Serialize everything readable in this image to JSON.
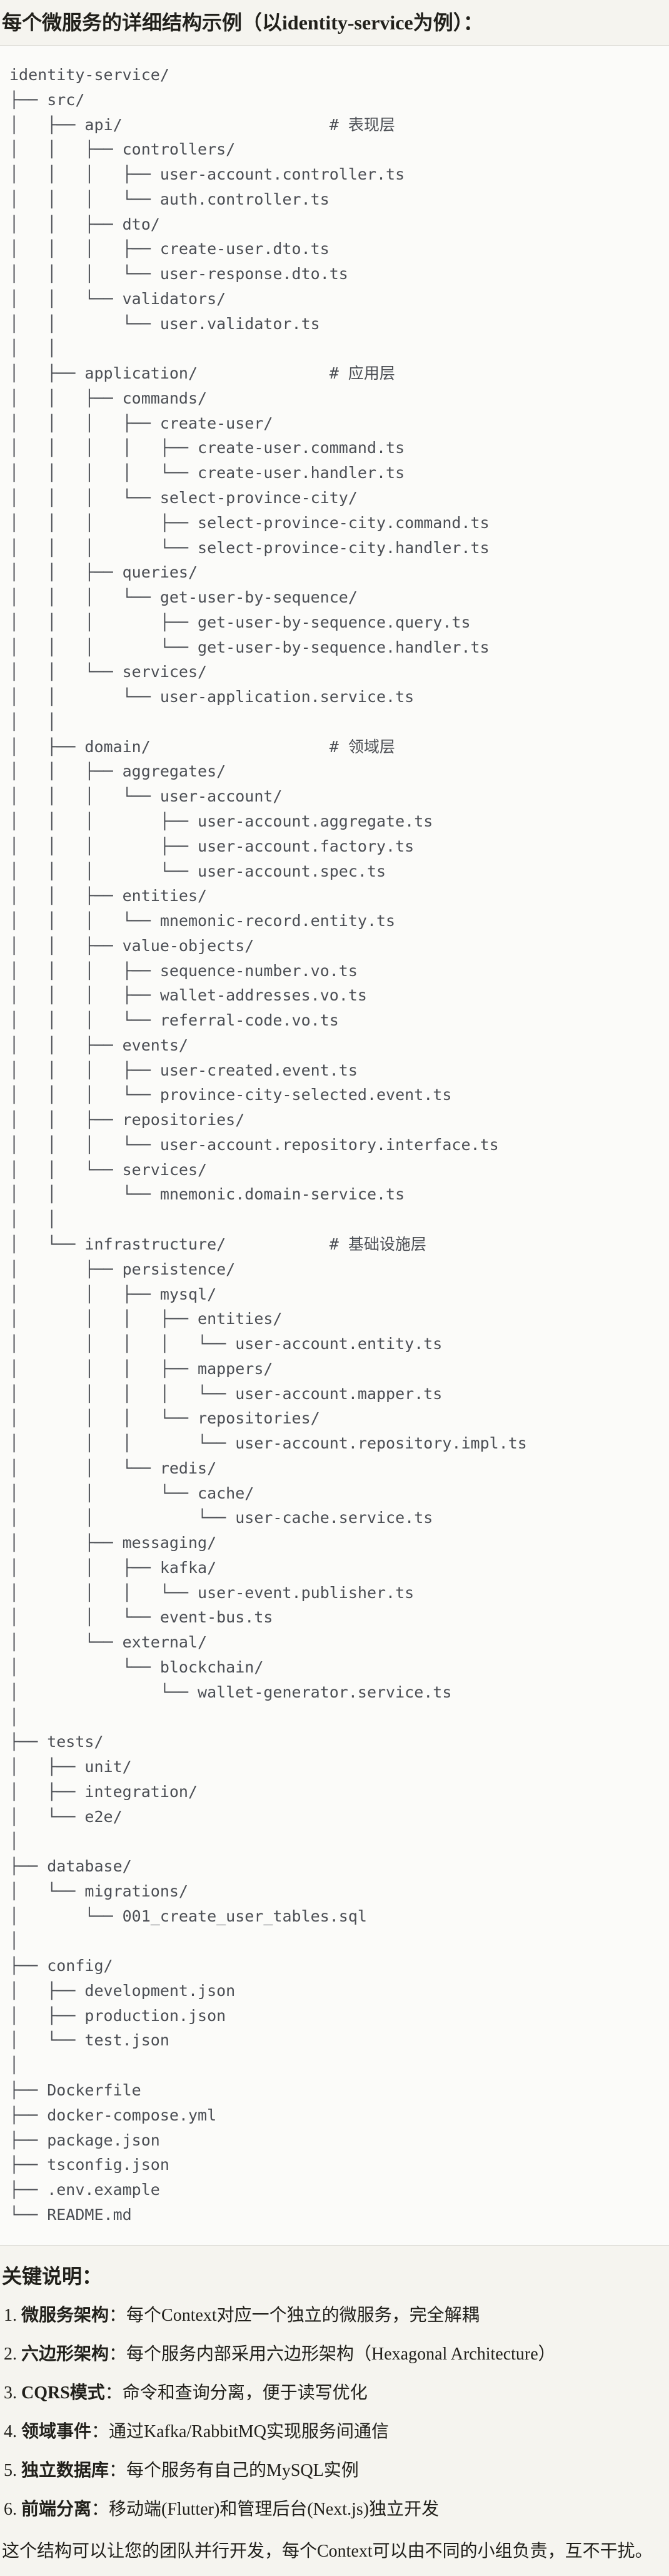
{
  "colors": {
    "page_bg": "#f5f4ef",
    "block_bg": "#fbfbf9",
    "block_border": "#dcdbd5",
    "tree_text": "#4b4e54",
    "body_text": "#21201b"
  },
  "header": {
    "title": "每个微服务的详细结构示例（以identity-service为例）："
  },
  "tree": {
    "lines": [
      "identity-service/",
      "├── src/",
      "│   ├── api/                      # 表现层",
      "│   │   ├── controllers/",
      "│   │   │   ├── user-account.controller.ts",
      "│   │   │   └── auth.controller.ts",
      "│   │   ├── dto/",
      "│   │   │   ├── create-user.dto.ts",
      "│   │   │   └── user-response.dto.ts",
      "│   │   └── validators/",
      "│   │       └── user.validator.ts",
      "│   │",
      "│   ├── application/              # 应用层",
      "│   │   ├── commands/",
      "│   │   │   ├── create-user/",
      "│   │   │   │   ├── create-user.command.ts",
      "│   │   │   │   └── create-user.handler.ts",
      "│   │   │   └── select-province-city/",
      "│   │   │       ├── select-province-city.command.ts",
      "│   │   │       └── select-province-city.handler.ts",
      "│   │   ├── queries/",
      "│   │   │   └── get-user-by-sequence/",
      "│   │   │       ├── get-user-by-sequence.query.ts",
      "│   │   │       └── get-user-by-sequence.handler.ts",
      "│   │   └── services/",
      "│   │       └── user-application.service.ts",
      "│   │",
      "│   ├── domain/                   # 领域层",
      "│   │   ├── aggregates/",
      "│   │   │   └── user-account/",
      "│   │   │       ├── user-account.aggregate.ts",
      "│   │   │       ├── user-account.factory.ts",
      "│   │   │       └── user-account.spec.ts",
      "│   │   ├── entities/",
      "│   │   │   └── mnemonic-record.entity.ts",
      "│   │   ├── value-objects/",
      "│   │   │   ├── sequence-number.vo.ts",
      "│   │   │   ├── wallet-addresses.vo.ts",
      "│   │   │   └── referral-code.vo.ts",
      "│   │   ├── events/",
      "│   │   │   ├── user-created.event.ts",
      "│   │   │   └── province-city-selected.event.ts",
      "│   │   ├── repositories/",
      "│   │   │   └── user-account.repository.interface.ts",
      "│   │   └── services/",
      "│   │       └── mnemonic.domain-service.ts",
      "│   │",
      "│   └── infrastructure/           # 基础设施层",
      "│       ├── persistence/",
      "│       │   ├── mysql/",
      "│       │   │   ├── entities/",
      "│       │   │   │   └── user-account.entity.ts",
      "│       │   │   ├── mappers/",
      "│       │   │   │   └── user-account.mapper.ts",
      "│       │   │   └── repositories/",
      "│       │   │       └── user-account.repository.impl.ts",
      "│       │   └── redis/",
      "│       │       └── cache/",
      "│       │           └── user-cache.service.ts",
      "│       ├── messaging/",
      "│       │   ├── kafka/",
      "│       │   │   └── user-event.publisher.ts",
      "│       │   └── event-bus.ts",
      "│       └── external/",
      "│           └── blockchain/",
      "│               └── wallet-generator.service.ts",
      "│",
      "├── tests/",
      "│   ├── unit/",
      "│   ├── integration/",
      "│   └── e2e/",
      "│",
      "├── database/",
      "│   └── migrations/",
      "│       └── 001_create_user_tables.sql",
      "│",
      "├── config/",
      "│   ├── development.json",
      "│   ├── production.json",
      "│   └── test.json",
      "│",
      "├── Dockerfile",
      "├── docker-compose.yml",
      "├── package.json",
      "├── tsconfig.json",
      "├── .env.example",
      "└── README.md"
    ]
  },
  "notes": {
    "heading": "关键说明：",
    "items": [
      {
        "num": "1. ",
        "term": "微服务架构",
        "desc": "：每个Context对应一个独立的微服务，完全解耦"
      },
      {
        "num": "2. ",
        "term": "六边形架构",
        "desc": "：每个服务内部采用六边形架构（Hexagonal Architecture）"
      },
      {
        "num": "3. ",
        "term": "CQRS模式",
        "desc": "：命令和查询分离，便于读写优化"
      },
      {
        "num": "4. ",
        "term": "领域事件",
        "desc": "：通过Kafka/RabbitMQ实现服务间通信"
      },
      {
        "num": "5. ",
        "term": "独立数据库",
        "desc": "：每个服务有自己的MySQL实例"
      },
      {
        "num": "6. ",
        "term": "前端分离",
        "desc": "：移动端(Flutter)和管理后台(Next.js)独立开发"
      }
    ],
    "footer": "这个结构可以让您的团队并行开发，每个Context可以由不同的小组负责，互不干扰。"
  }
}
